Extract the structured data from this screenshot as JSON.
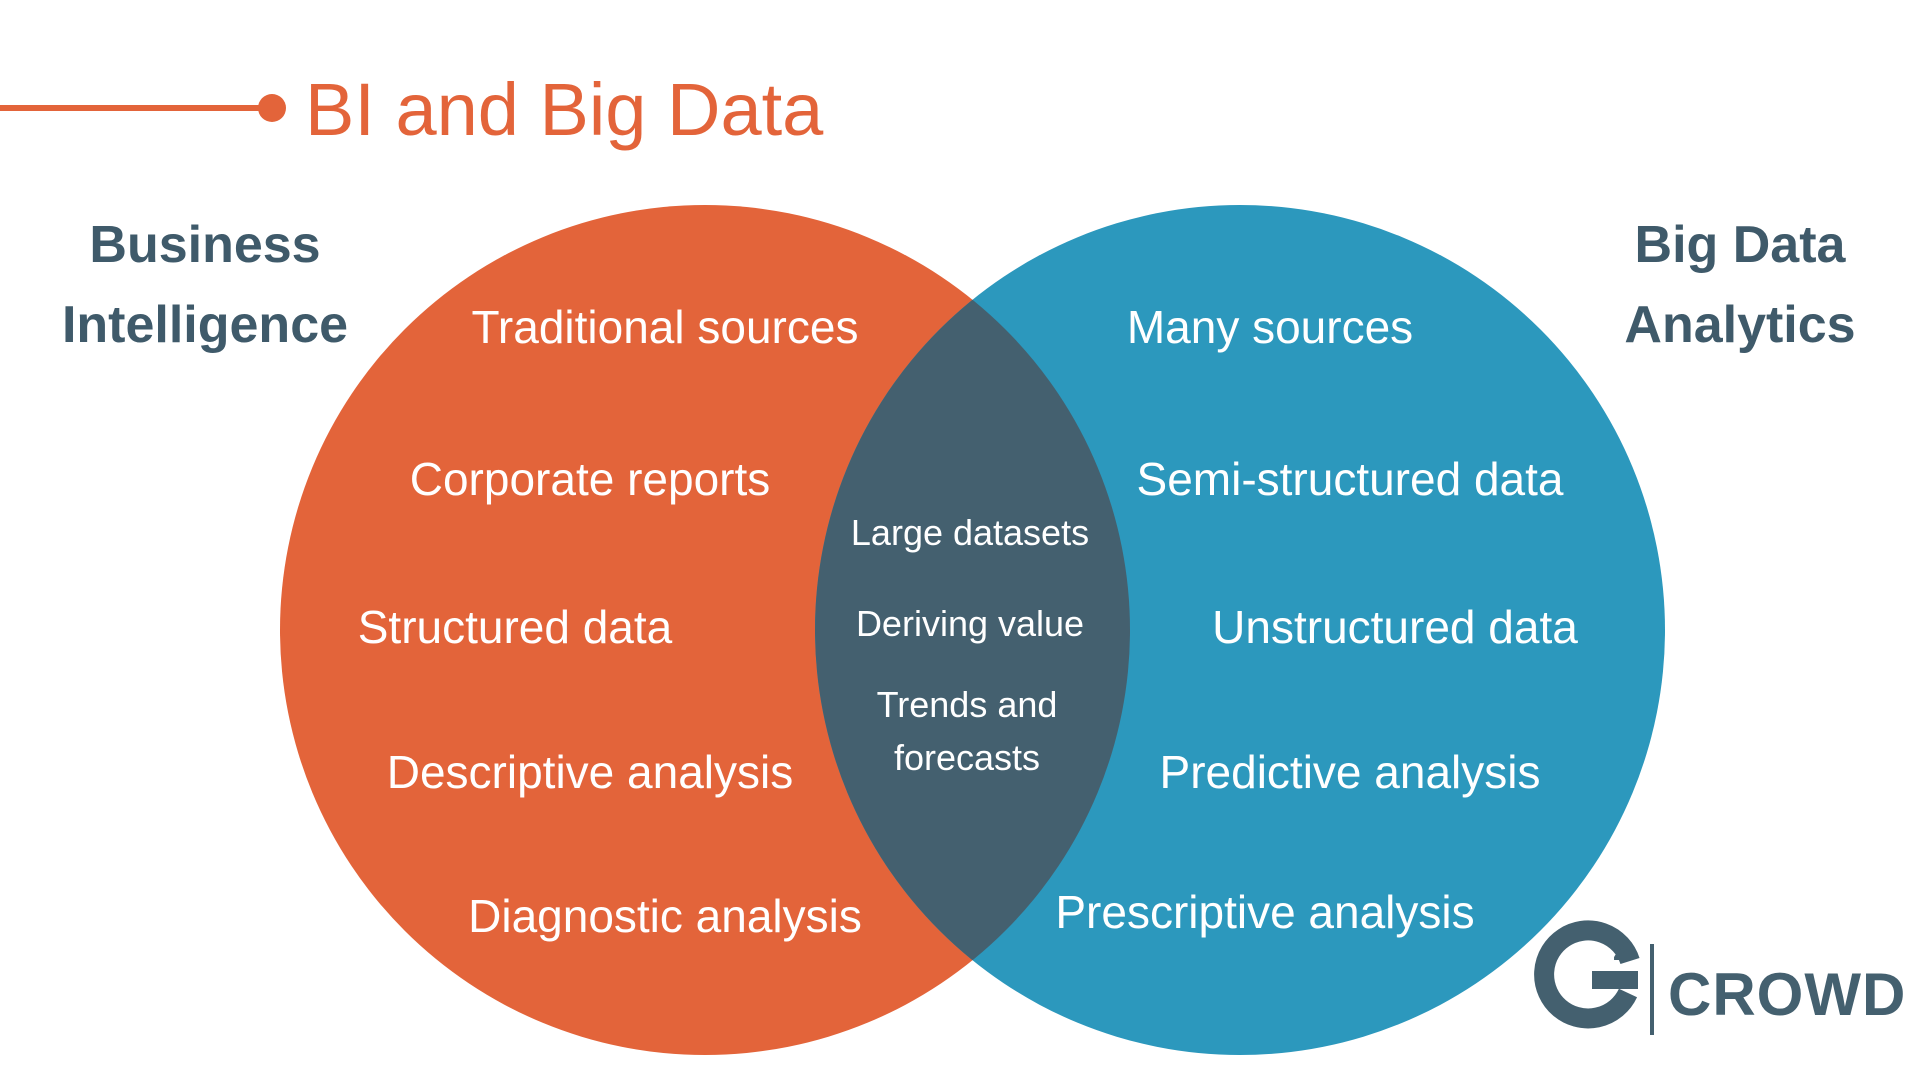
{
  "colors": {
    "title": "#E3643A",
    "bi_circle": "#E3643A",
    "bda_circle": "#2C98BD",
    "overlap": "#44606F",
    "label_text": "#3F5A6A",
    "item_text": "#FFFFFF",
    "logo": "#44606F"
  },
  "title": "BI and Big Data",
  "left_label": {
    "line1": "Business",
    "line2": "Intelligence"
  },
  "right_label": {
    "line1": "Big Data",
    "line2": "Analytics"
  },
  "left_items": [
    "Traditional sources",
    "Corporate reports",
    "Structured data",
    "Descriptive analysis",
    "Diagnostic analysis"
  ],
  "right_items": [
    "Many sources",
    "Semi-structured data",
    "Unstructured data",
    "Predictive analysis",
    "Prescriptive analysis"
  ],
  "overlap_items": {
    "item1": "Large datasets",
    "item2": "Deriving value",
    "item3_line1": "Trends and",
    "item3_line2": "forecasts"
  },
  "logo": {
    "mark": "G",
    "superscript": "2",
    "wordmark": "CROWD",
    "icon": "g2-crowd-logo-icon"
  }
}
